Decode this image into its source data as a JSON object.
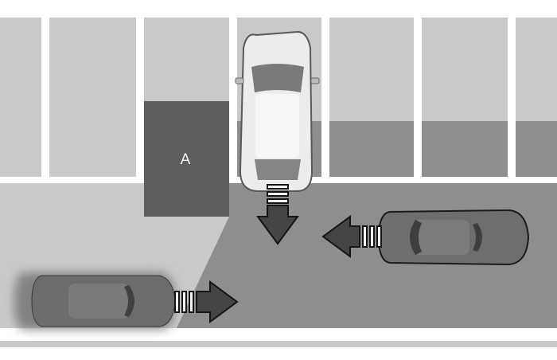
{
  "zone_label": "A",
  "colors": {
    "page_background": "#ffffff",
    "asphalt": "#c9c9c9",
    "parking_line": "#ffffff",
    "detection_zone": "#8e8e8e",
    "marked_zone": "#5e5e5e",
    "zone_label_text": "#f2f2f2",
    "reversing_vehicle": "#ececec",
    "passing_vehicle": "#6e6e6e",
    "arrow": "#444444"
  },
  "vehicles": [
    {
      "id": "reversing-vehicle",
      "role": "reversing out of parking space",
      "direction": "down"
    },
    {
      "id": "vehicle-from-right",
      "role": "approaching cross traffic",
      "direction": "left"
    },
    {
      "id": "vehicle-from-left",
      "role": "departing cross traffic",
      "direction": "right"
    }
  ]
}
